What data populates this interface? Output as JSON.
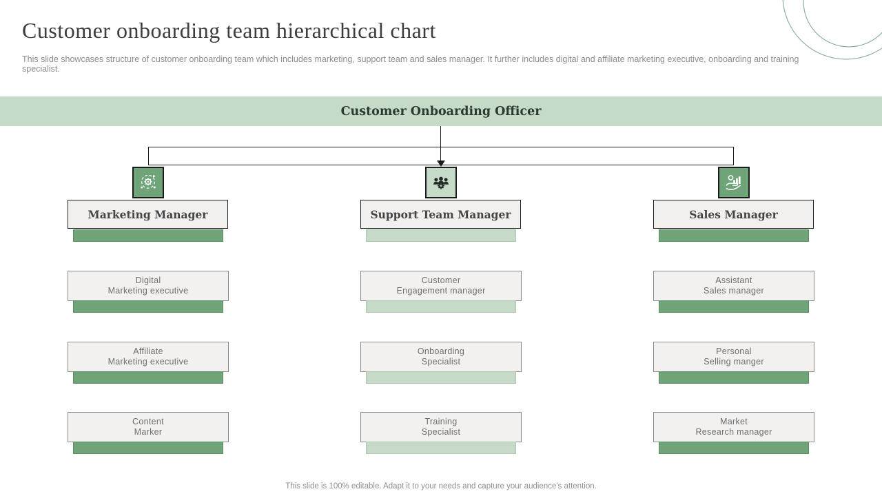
{
  "slide": {
    "title": "Customer onboarding team hierarchical chart",
    "subtitle": "This slide showcases structure of customer onboarding team which includes marketing, support team and sales manager. It further includes digital and affiliate marketing executive, onboarding and training specialist.",
    "footer": "This slide is 100% editable. Adapt it to your needs and capture your audience's attention."
  },
  "org_chart": {
    "root": {
      "label": "Customer Onboarding Officer"
    },
    "columns": [
      {
        "icon": "marketing-gear-icon",
        "accent_color": "#6fa378",
        "manager": "Marketing Manager",
        "reports": [
          {
            "line1": "Digital",
            "line2": "Marketing executive"
          },
          {
            "line1": "Affiliate",
            "line2": "Marketing executive"
          },
          {
            "line1": "Content",
            "line2": "Marker"
          }
        ]
      },
      {
        "icon": "team-gear-icon",
        "accent_color": "#c6dac8",
        "manager": "Support Team Manager",
        "reports": [
          {
            "line1": "Customer",
            "line2": "Engagement manager"
          },
          {
            "line1": "Onboarding",
            "line2": "Specialist"
          },
          {
            "line1": "Training",
            "line2": "Specialist"
          }
        ]
      },
      {
        "icon": "hand-coins-icon",
        "accent_color": "#6fa378",
        "manager": "Sales Manager",
        "reports": [
          {
            "line1": "Assistant",
            "line2": "Sales manager"
          },
          {
            "line1": "Personal",
            "line2": "Selling manger"
          },
          {
            "line1": "Market",
            "line2": "Research manager"
          }
        ]
      }
    ]
  },
  "colors": {
    "accent_green": "#6fa378",
    "accent_sage": "#c6dac8",
    "node_fill": "#f1f0ef",
    "border_dark": "#1d1d1d",
    "corner_circle_stroke": "#8fafa5"
  }
}
